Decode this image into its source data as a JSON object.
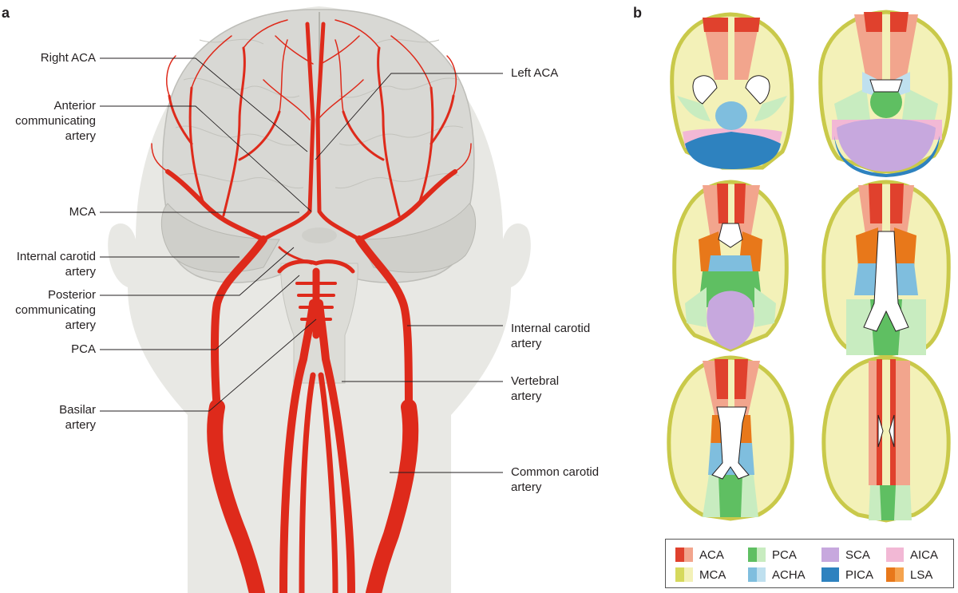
{
  "panel_a": {
    "letter": "a",
    "labels": {
      "right_aca": "Right ACA",
      "anterior_communicating": "Anterior\ncommunicating\nartery",
      "mca": "MCA",
      "internal_carotid_left_side": "Internal carotid\nartery",
      "posterior_communicating": "Posterior\ncommunicating\nartery",
      "pca": "PCA",
      "basilar": "Basilar\nartery",
      "left_aca": "Left ACA",
      "internal_carotid_right_side": "Internal carotid\nartery",
      "vertebral": "Vertebral\nartery",
      "common_carotid": "Common carotid\nartery"
    }
  },
  "panel_b": {
    "letter": "b",
    "legend": [
      {
        "label": "ACA",
        "colors": [
          "#e0412d",
          "#f2a58d"
        ]
      },
      {
        "label": "PCA",
        "colors": [
          "#5fbf62",
          "#c8ecc0"
        ]
      },
      {
        "label": "SCA",
        "colors": [
          "#c7a8de",
          "#c7a8de"
        ]
      },
      {
        "label": "AICA",
        "colors": [
          "#f2b8d5",
          "#f2b8d5"
        ]
      },
      {
        "label": "MCA",
        "colors": [
          "#d6d95c",
          "#f3f1b8"
        ]
      },
      {
        "label": "ACHA",
        "colors": [
          "#7fbede",
          "#bfe0ef"
        ]
      },
      {
        "label": "PICA",
        "colors": [
          "#2e82bf",
          "#2e82bf"
        ]
      },
      {
        "label": "LSA",
        "colors": [
          "#e8781a",
          "#f5a34e"
        ]
      }
    ]
  },
  "colors": {
    "artery": "#de2a1b",
    "head": "#e8e8e4",
    "brain": "#d9d9d6",
    "mca_territory": "#f3f1b8",
    "mca_edge": "#d6d95c"
  }
}
